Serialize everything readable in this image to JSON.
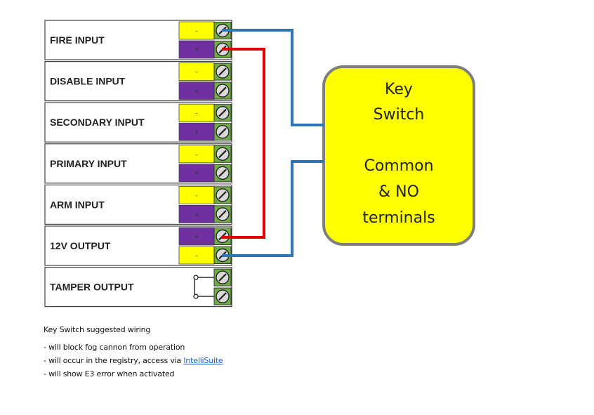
{
  "rows": [
    {
      "label": "FIRE INPUT",
      "terms": [
        "-",
        "+"
      ]
    },
    {
      "label": "DISABLE INPUT",
      "terms": [
        "-",
        "+"
      ]
    },
    {
      "label": "SECONDARY INPUT",
      "terms": [
        "-",
        "+"
      ]
    },
    {
      "label": "PRIMARY INPUT",
      "terms": [
        "-",
        "+"
      ]
    },
    {
      "label": "ARM INPUT",
      "terms": [
        "-",
        "+"
      ]
    },
    {
      "label": "12V OUTPUT",
      "terms": [
        "+",
        "-"
      ]
    },
    {
      "label": "TAMPER OUTPUT",
      "terms": []
    }
  ],
  "key_switch": {
    "lines": [
      "Key",
      "Switch",
      "",
      "Common",
      "& NO",
      "terminals"
    ]
  },
  "colors": {
    "yellow": "#ffff00",
    "purple": "#7030a0",
    "terminal": "#70ad47",
    "blue_wire": "#2e75b6",
    "red_wire": "#e00000",
    "box_border": "#7f7f7f"
  },
  "notes": {
    "title": "Key Switch suggested wiring",
    "line1": "- will block fog cannon from operation",
    "line2_prefix": "- will occur in the registry, access via ",
    "line2_link": "IntelliSuite",
    "line3": "- will show E3 error when activated"
  }
}
